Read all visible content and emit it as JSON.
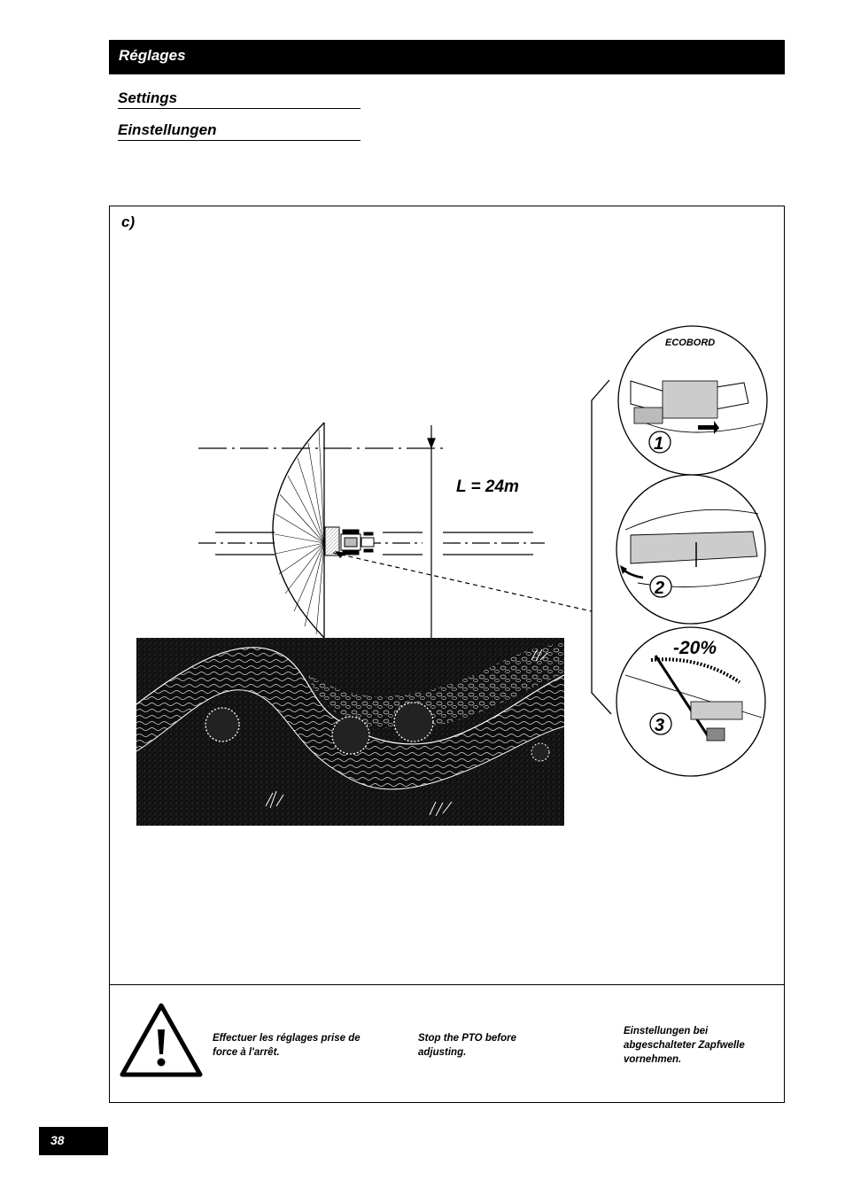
{
  "header": {
    "title": "Réglages"
  },
  "subtitles": {
    "en": "Settings",
    "de": "Einstellungen"
  },
  "section": {
    "label": "c)"
  },
  "diagram": {
    "distance_label": "L = 24m",
    "ecobord_label": "ECOBORD",
    "step_1": "1",
    "step_2": "2",
    "step_3": "3",
    "angle_label": "-20%"
  },
  "warning": {
    "fr": "Effectuer les réglages prise de force à l'arrêt.",
    "en": "Stop the PTO before adjusting.",
    "de": "Einstellungen bei abgeschalteter Zapfwelle vornehmen."
  },
  "footer": {
    "page_number": "38"
  }
}
